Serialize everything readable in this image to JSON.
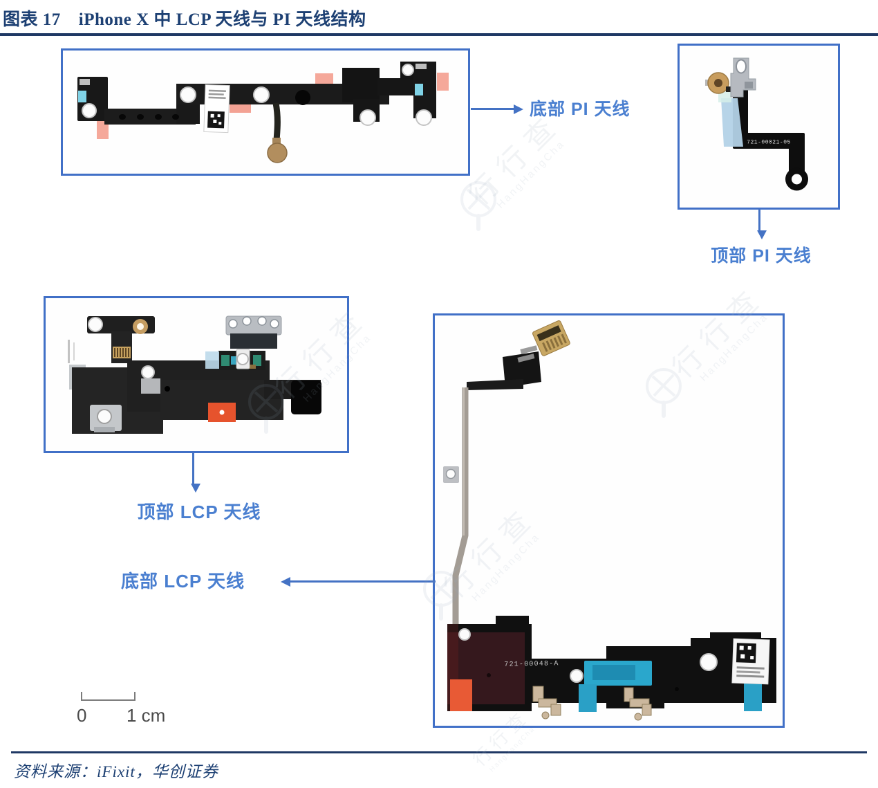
{
  "title": {
    "figure_label": "图表 17",
    "figure_title": "iPhone X 中 LCP 天线与 PI 天线结构"
  },
  "annotations": {
    "bottom_pi": "底部 PI 天线",
    "top_pi": "顶部 PI 天线",
    "top_lcp": "顶部 LCP 天线",
    "bottom_lcp": "底部 LCP 天线"
  },
  "photo_text": {
    "top_pi_part_number": "721-00021-05",
    "bottom_lcp_part_number": "721-00048-A"
  },
  "scale_bar": {
    "zero_label": "0",
    "cm_label": "1 cm"
  },
  "footer": {
    "source_line": "资料来源：iFixit，华创证券"
  },
  "watermark": {
    "cn": "行行查",
    "en": "HangHangCha"
  },
  "colors": {
    "navy": "#1f3864",
    "box_border_blue": "#4170c7",
    "annotation_blue": "#4a7fd0"
  }
}
